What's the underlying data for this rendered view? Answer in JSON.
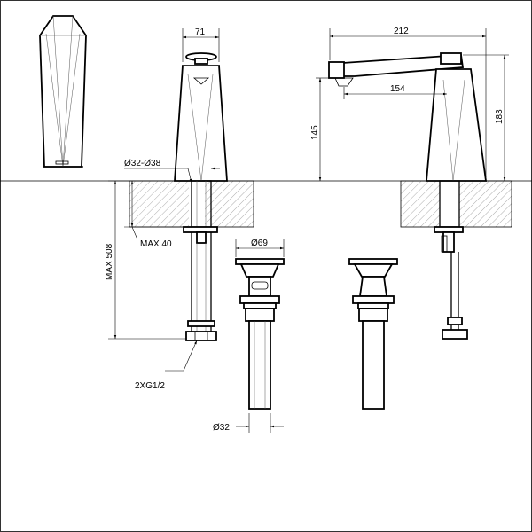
{
  "dimensions": {
    "faucet_width": "71",
    "spout_length": "212",
    "spout_reach": "154",
    "height_to_spout": "145",
    "total_height": "183",
    "hole_diameter": "Ø32-Ø38",
    "max_deck_thickness": "MAX 40",
    "max_hose_length": "MAX 508",
    "connection": "2XG1/2",
    "drain_head_diameter": "Ø69",
    "drain_pipe_diameter": "Ø32"
  },
  "colors": {
    "line": "#000000",
    "hatch": "#555555",
    "background": "#ffffff"
  }
}
